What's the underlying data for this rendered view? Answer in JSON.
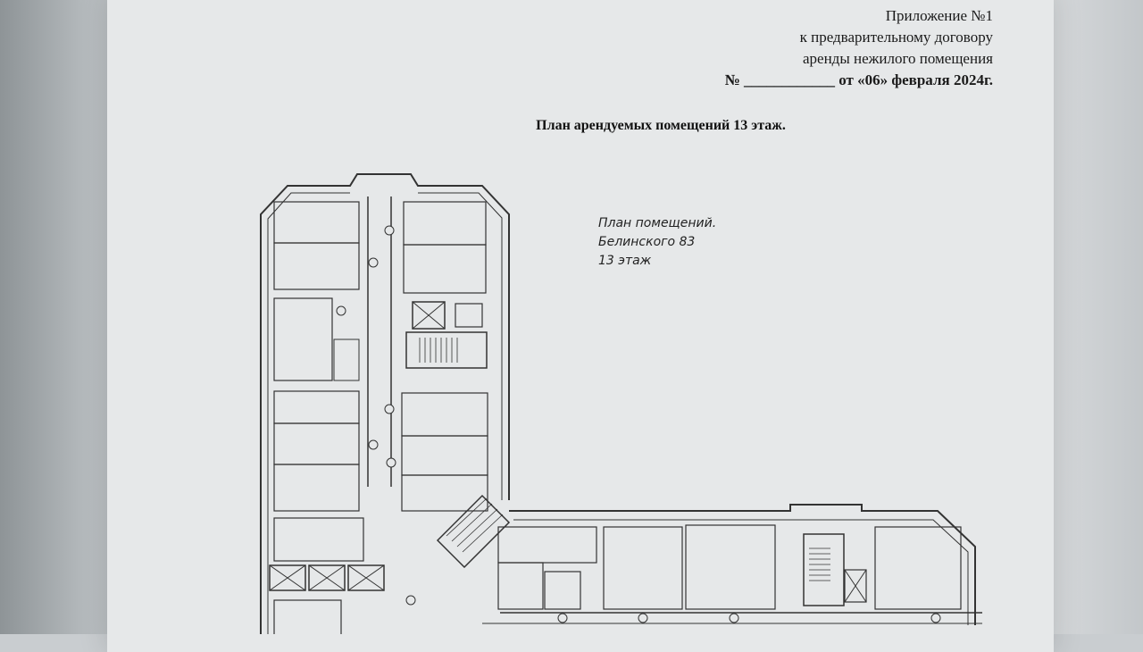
{
  "header": {
    "line1": "Приложение №1",
    "line2": "к предварительному договору",
    "line3": "аренды нежилого помещения",
    "number_prefix": "№",
    "number_blank": "____________",
    "date_text": "от «06» февраля 2024г."
  },
  "title": "План арендуемых помещений 13 этаж.",
  "plan_note": {
    "line1": "План помещений.",
    "line2": "Белинского 83",
    "line3": "13 этаж"
  },
  "colors": {
    "paper": "#e6e8e9",
    "ink": "#1a1a1a",
    "wall": "#333333"
  }
}
